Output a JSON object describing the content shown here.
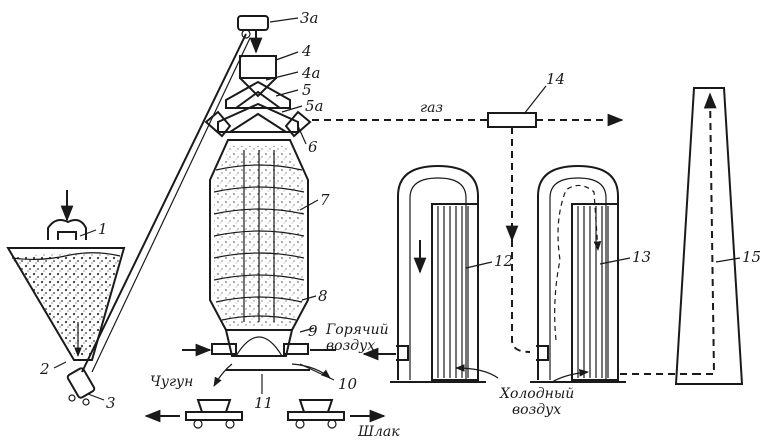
{
  "labels": {
    "n1": "1",
    "n2": "2",
    "n3": "3",
    "n3a": "3а",
    "n4": "4",
    "n4a": "4а",
    "n5": "5",
    "n5a": "5а",
    "n6": "6",
    "n7": "7",
    "n8": "8",
    "n9": "9",
    "n10": "10",
    "n11": "11",
    "n12": "12",
    "n13": "13",
    "n14": "14",
    "n15": "15"
  },
  "text": {
    "gas": "газ",
    "hot_air_1": "Горячий",
    "hot_air_2": "воздух",
    "cold_air_1": "Холодный",
    "cold_air_2": "воздух",
    "iron": "Чугун",
    "slag": "Шлак"
  }
}
